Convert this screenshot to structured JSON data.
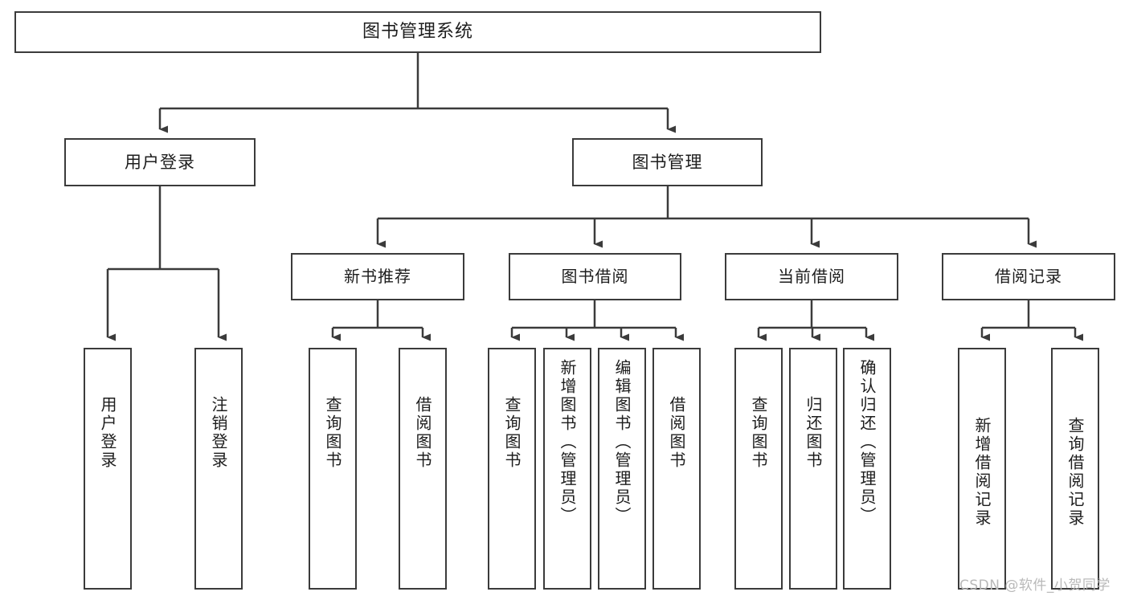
{
  "diagram": {
    "type": "tree",
    "title": "图书管理系统",
    "root": {
      "label": "图书管理系统"
    },
    "level1": [
      {
        "label": "用户登录"
      },
      {
        "label": "图书管理"
      }
    ],
    "level2": [
      {
        "label": "新书推荐"
      },
      {
        "label": "图书借阅"
      },
      {
        "label": "当前借阅"
      },
      {
        "label": "借阅记录"
      }
    ],
    "leaves": {
      "user_login": [
        {
          "label": "用户登录"
        },
        {
          "label": "注销登录"
        }
      ],
      "new_book": [
        {
          "label": "查询图书"
        },
        {
          "label": "借阅图书"
        }
      ],
      "book_borrow": [
        {
          "label": "查询图书"
        },
        {
          "label": "新增图书（管理员）"
        },
        {
          "label": "编辑图书（管理员）"
        },
        {
          "label": "借阅图书"
        }
      ],
      "current_borrow": [
        {
          "label": "查询图书"
        },
        {
          "label": "归还图书"
        },
        {
          "label": "确认归还（管理员）"
        }
      ],
      "borrow_record": [
        {
          "label": "新增借阅记录"
        },
        {
          "label": "查询借阅记录"
        }
      ]
    }
  },
  "watermark": {
    "text": "CSDN @软件_小贺同学"
  },
  "colors": {
    "border": "#3b3b3b",
    "line": "#3b3b3b",
    "text": "#1d1d1d",
    "background": "#ffffff",
    "watermark": "#b9b9b9"
  }
}
